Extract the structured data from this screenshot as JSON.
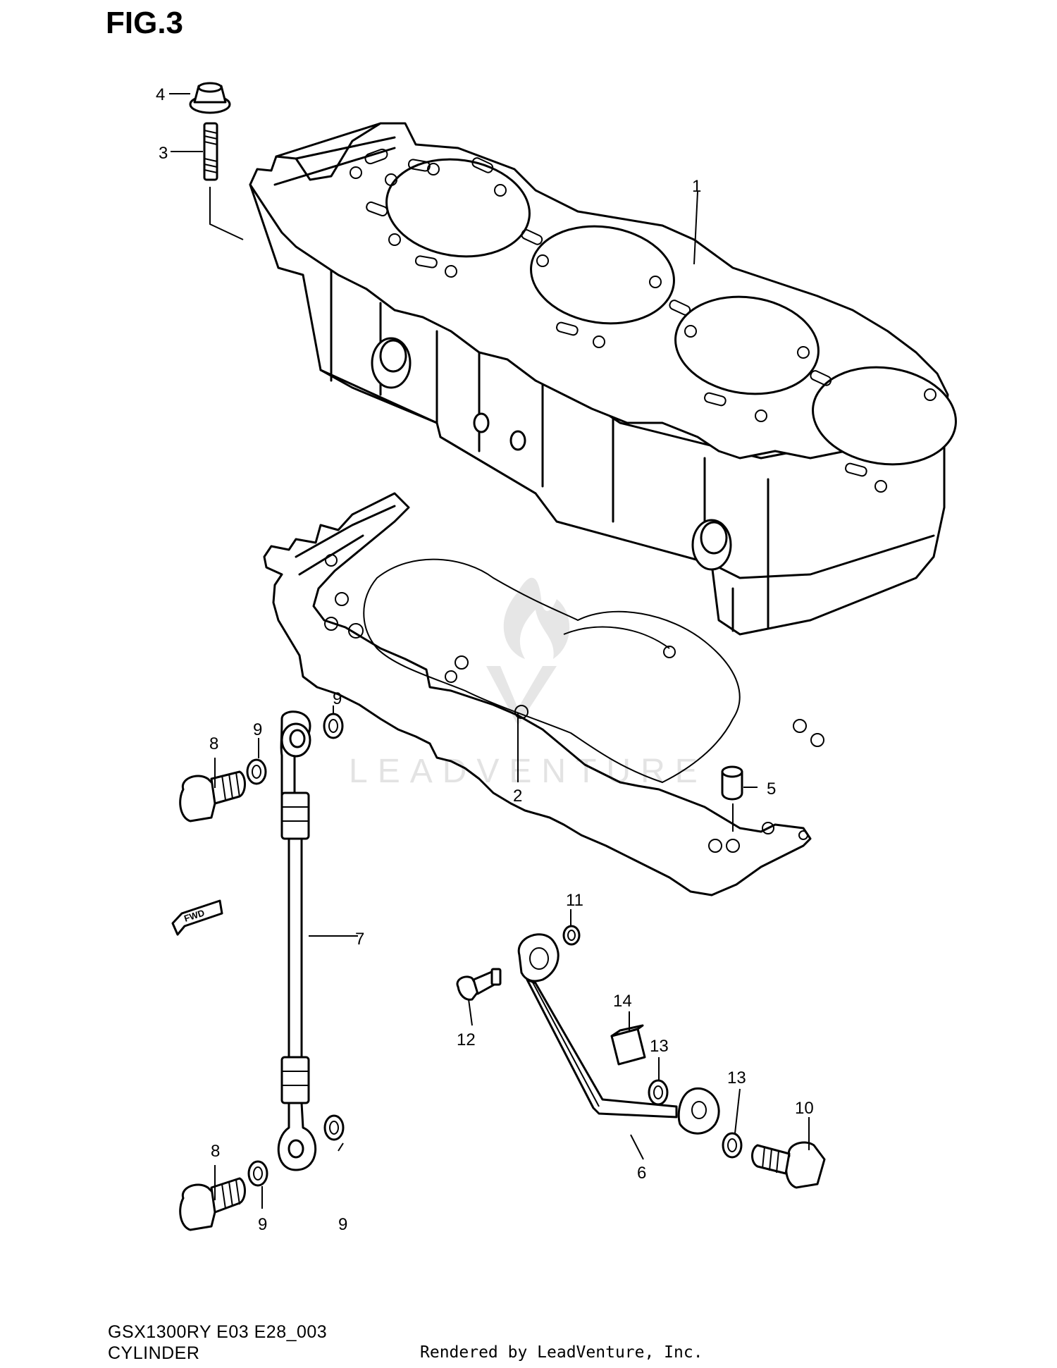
{
  "figure": {
    "title": "FIG.3",
    "model_code": "GSX1300RY E03 E28_003",
    "section_name": "CYLINDER",
    "render_credit": "Rendered by LeadVenture, Inc.",
    "watermark": "LEADVENTURE",
    "fwd_label": "FWD"
  },
  "callouts": {
    "c1": "1",
    "c2": "2",
    "c3": "3",
    "c4": "4",
    "c5": "5",
    "c6": "6",
    "c7": "7",
    "c8a": "8",
    "c8b": "8",
    "c9a": "9",
    "c9b": "9",
    "c9c": "9",
    "c9d": "9",
    "c10": "10",
    "c11": "11",
    "c12": "12",
    "c13a": "13",
    "c13b": "13",
    "c14": "14"
  },
  "colors": {
    "line": "#000000",
    "watermark": "#e3e3e3",
    "background": "#ffffff"
  }
}
